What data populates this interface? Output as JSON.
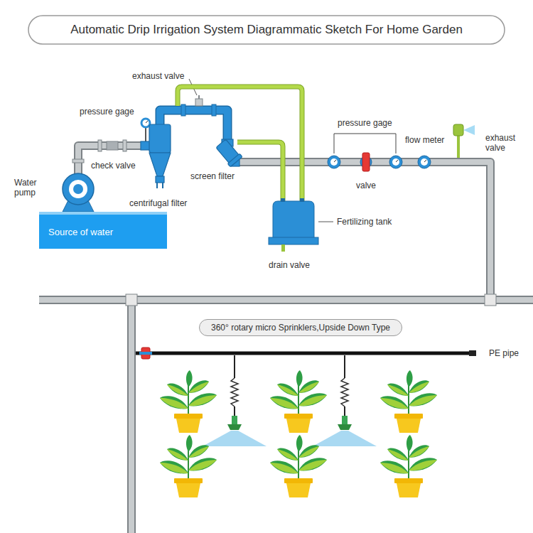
{
  "diagram": {
    "title": "Automatic Drip Irrigation System Diagrammatic Sketch For Home Garden",
    "nodes": [
      {
        "text": [
          "Source of water"
        ]
      },
      {
        "text": [
          "360° rotary micro Sprinklers,Upside Down Type"
        ]
      }
    ],
    "labels": [
      "exhaust valve",
      "pressure gage",
      "check valve",
      "Water pump",
      "centrifugal filter",
      "screen filter",
      "Fertilizing tank",
      "drain valve",
      "pressure gage",
      "valve",
      "flow meter",
      "exhaust valve",
      "PE pipe"
    ]
  }
}
